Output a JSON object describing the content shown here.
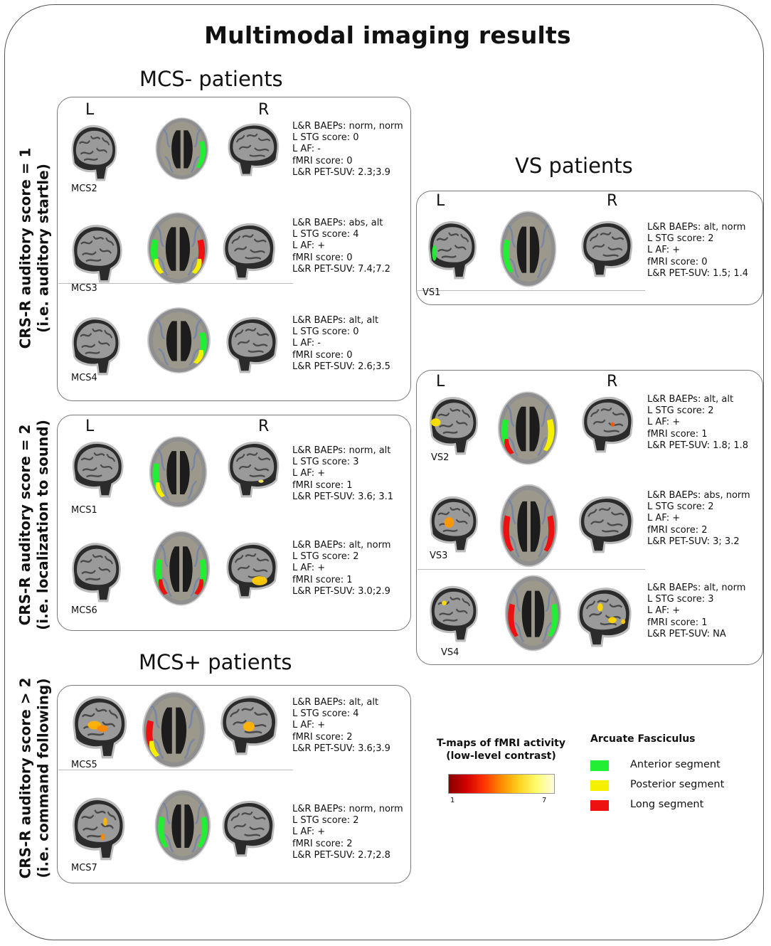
{
  "title": "Multimodal imaging results",
  "groups": {
    "mcs_minus": "MCS- patients",
    "mcs_plus": "MCS+ patients",
    "vs": "VS patients"
  },
  "side_labels": [
    {
      "line1": "CRS-R auditory score = 1",
      "line2": "(i.e. auditory startle)"
    },
    {
      "line1": "CRS-R auditory score = 2",
      "line2": "(i.e. localization to sound)"
    },
    {
      "line1": "CRS-R auditory score > 2",
      "line2": "(i.e. command following)"
    }
  ],
  "hemi": {
    "left": "L",
    "right": "R"
  },
  "patients": {
    "MCS2": {
      "id": "MCS2",
      "lines": [
        "L&R BAEPs: norm, norm",
        "L STG score: 0",
        "L AF: -",
        "fMRI score: 0",
        "L&R PET-SUV: 2.3;3.9"
      ]
    },
    "MCS3": {
      "id": "MCS3",
      "lines": [
        "L&R BAEPs: abs, alt",
        "L STG score: 4",
        "L AF: +",
        "fMRI score: 0",
        "L&R PET-SUV: 7.4;7.2"
      ]
    },
    "MCS4": {
      "id": "MCS4",
      "lines": [
        "L&R BAEPs: alt, alt",
        "L STG score: 0",
        "L AF: -",
        "fMRI score: 0",
        "L&R PET-SUV: 2.6;3.5"
      ]
    },
    "MCS1": {
      "id": "MCS1",
      "lines": [
        "L&R BAEPs: norm, alt",
        "L STG score: 3",
        "L AF: +",
        "fMRI score: 1",
        "L&R PET-SUV: 3.6; 3.1"
      ]
    },
    "MCS6": {
      "id": "MCS6",
      "lines": [
        "L&R BAEPs: alt, norm",
        "L STG score: 2",
        "L AF: +",
        "fMRI score: 1",
        "L&R PET-SUV: 3.0;2.9"
      ]
    },
    "MCS5": {
      "id": "MCS5",
      "lines": [
        "L&R BAEPs: alt, alt",
        "L STG score: 4",
        "L AF: +",
        "fMRI score: 2",
        "L&R PET-SUV: 3.6;3.9"
      ]
    },
    "MCS7": {
      "id": "MCS7",
      "lines": [
        "L&R BAEPs: norm, norm",
        "L STG score: 2",
        "L AF: +",
        "fMRI score: 2",
        "L&R PET-SUV: 2.7;2.8"
      ]
    },
    "VS1": {
      "id": "VS1",
      "lines": [
        "L&R BAEPs: alt, norm",
        "L STG score: 2",
        "L AF: +",
        "fMRI score: 0",
        "L&R PET-SUV: 1.5; 1.4"
      ]
    },
    "VS2": {
      "id": "VS2",
      "lines": [
        "L&R BAEPs: alt, alt",
        "L STG score: 2",
        "L AF: +",
        "fMRI score: 1",
        "L&R PET-SUV: 1.8; 1.8"
      ]
    },
    "VS3": {
      "id": "VS3",
      "lines": [
        "L&R BAEPs: abs, norm",
        "L STG score: 2",
        "L AF: +",
        "fMRI score: 2",
        "L&R PET-SUV: 3; 3.2"
      ]
    },
    "VS4": {
      "id": "VS4",
      "lines": [
        "L&R BAEPs: alt, norm",
        "L STG score: 3",
        "L AF: +",
        "fMRI score: 1",
        "L&R PET-SUV: NA"
      ]
    }
  },
  "legend": {
    "tmap_title_1": "T-maps of fMRI activity",
    "tmap_title_2": "(low-level contrast)",
    "tmap_min": "1",
    "tmap_max": "7",
    "colorbar_colors": [
      "#8b0000",
      "#ff3300",
      "#ffd21f",
      "#fffbe0"
    ],
    "af_title": "Arcuate Fasciculus",
    "af_items": [
      {
        "label": "Anterior segment",
        "color": "#22ee33"
      },
      {
        "label": "Posterior segment",
        "color": "#f5f000"
      },
      {
        "label": "Long segment",
        "color": "#ee1111"
      }
    ]
  }
}
